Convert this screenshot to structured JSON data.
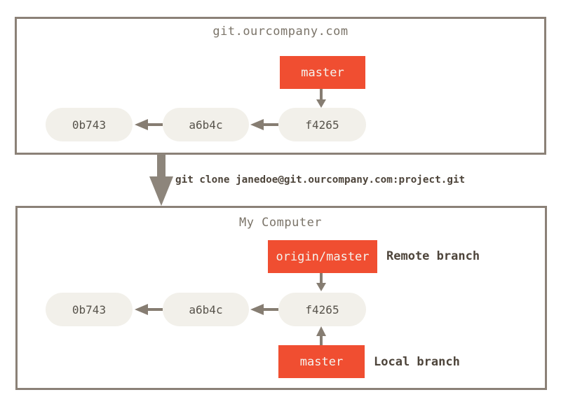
{
  "colors": {
    "branch_box_red": "#f04e31",
    "commit_node_fill": "#f2f0ea",
    "frame_border_gray": "#8b8177",
    "arrow_gray": "#867d72"
  },
  "remote_server": {
    "title": "git.ourcompany.com",
    "branch_label": "master",
    "commits": [
      "0b743",
      "a6b4c",
      "f4265"
    ]
  },
  "clone_step": {
    "command": "git clone janedoe@git.ourcompany.com:project.git"
  },
  "my_computer": {
    "title": "My Computer",
    "remote_tracking_branch_label": "origin/master",
    "remote_branch_annotation": "Remote branch",
    "commits": [
      "0b743",
      "a6b4c",
      "f4265"
    ],
    "local_branch_label": "master",
    "local_branch_annotation": "Local branch"
  }
}
